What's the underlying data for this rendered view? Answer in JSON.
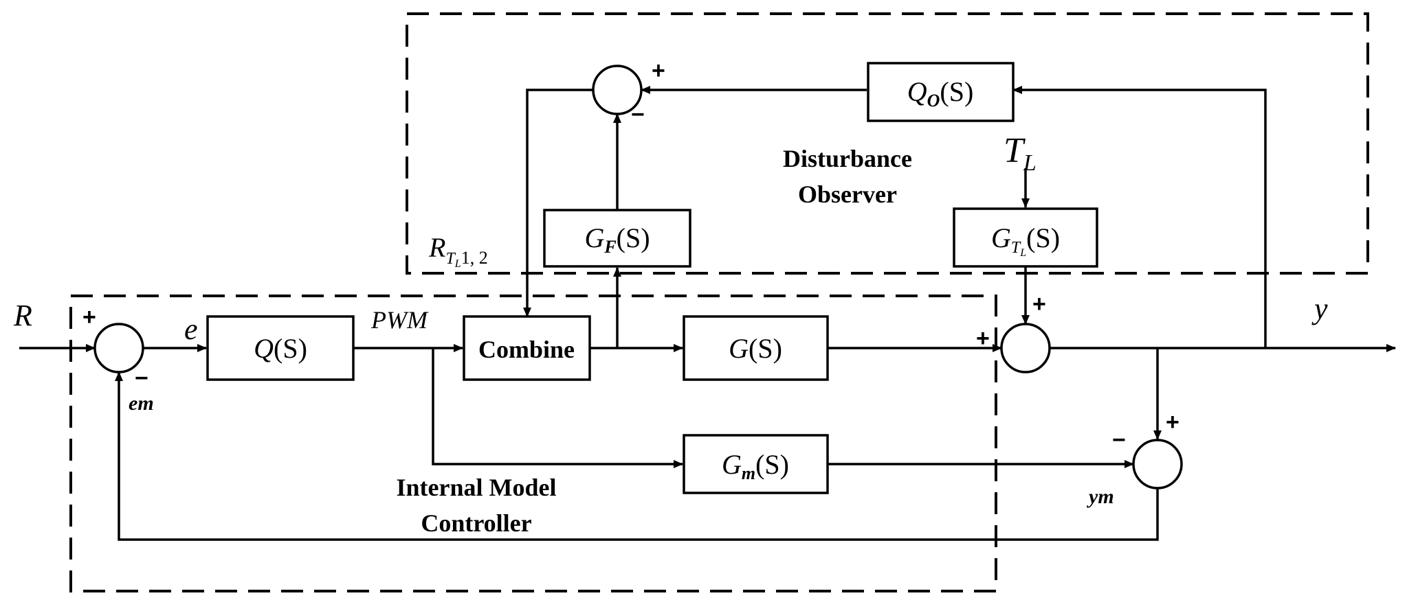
{
  "observer_label": {
    "line1": "Disturbance",
    "line2": "Observer"
  },
  "controller_label": {
    "line1": "Internal Model",
    "line2": "Controller"
  },
  "blocks": {
    "qs": {
      "name": "Q",
      "arg": "(S)"
    },
    "combine": {
      "label": "Combine"
    },
    "gs": {
      "name": "G",
      "arg": "(S)"
    },
    "gm": {
      "name": "G",
      "sub": "m",
      "arg": "(S)"
    },
    "gf": {
      "name": "G",
      "sub": "F",
      "arg": "(S)"
    },
    "qo": {
      "name": "Q",
      "sub": "O",
      "arg": "(S)"
    },
    "gtl": {
      "name": "G",
      "sub": "T",
      "subsub": "L",
      "arg": "(S)"
    }
  },
  "signals": {
    "r": "R",
    "e": "e",
    "pwm": "PWM",
    "em": "em",
    "ym": "ym",
    "y": "y",
    "tl": {
      "main": "T",
      "sub": "L"
    },
    "rtl": {
      "main": "R",
      "sub": "T",
      "subsub": "L",
      "suffix": "1, 2"
    }
  },
  "signs": {
    "plus": "+",
    "minus": "−"
  }
}
